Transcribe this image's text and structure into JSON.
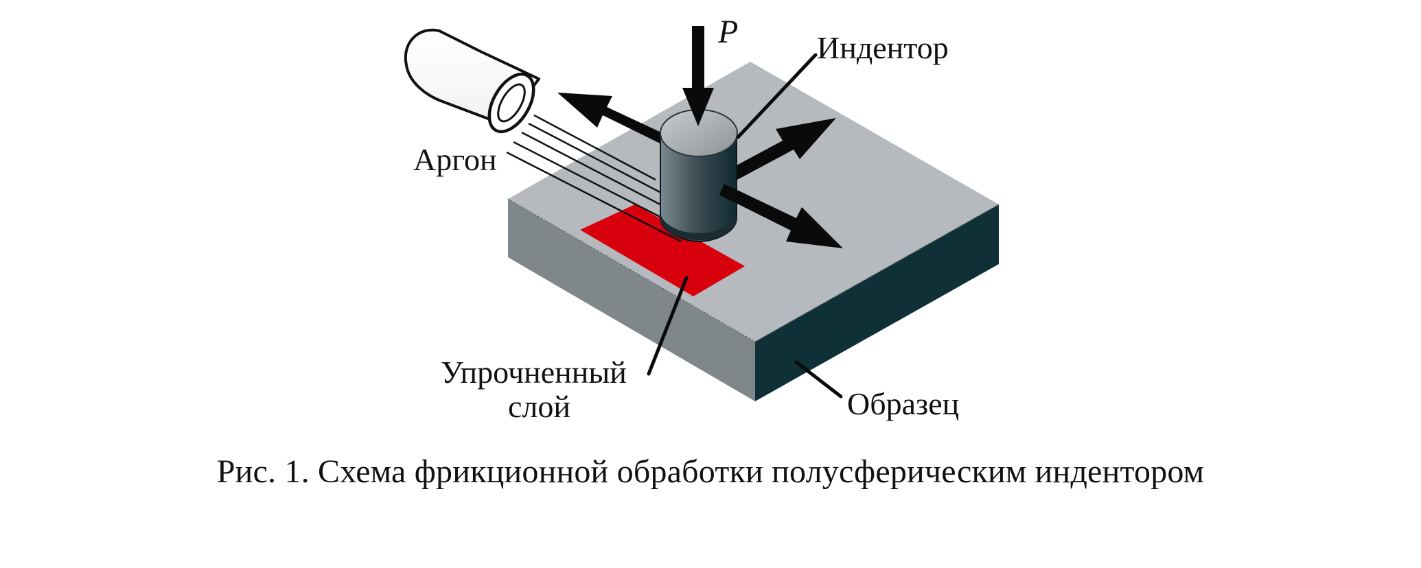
{
  "labels": {
    "force": "P",
    "indenter": "Индентор",
    "argon": "Аргон",
    "hardened_layer_line1": "Упрочненный",
    "hardened_layer_line2": "слой",
    "sample": "Образец"
  },
  "caption": "Рис. 1. Схема фрикционной обработки полусферическим индентором",
  "colors": {
    "top_face": "#b6b9bd",
    "left_face": "#7f878a",
    "right_face": "#103038",
    "hardened_layer": "#d9000d",
    "indenter": "#3a4a4f",
    "arrows": "#0a0a0a"
  },
  "icons": {
    "nozzle": "argon-nozzle-icon",
    "indenter": "indenter-icon"
  }
}
